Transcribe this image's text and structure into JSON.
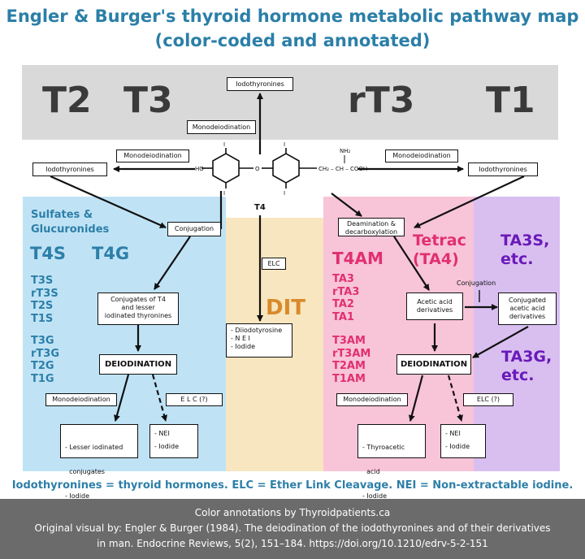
{
  "title_line1": "Engler & Burger's thyroid hormone metabolic pathway map",
  "title_line2": "(color-coded and annotated)",
  "top_band": {
    "t2": "T2",
    "t3": "T3",
    "rt3": "rT3",
    "t1": "T1"
  },
  "center": {
    "iodothyronines_top": "Iodothyronines",
    "monodeiodination_top": "Monodeiodination",
    "left_monodeiodination": "Monodeiodination",
    "left_iodothyronines": "Iodothyronines",
    "right_monodeiodination": "Monodeiodination",
    "right_iodothyronines": "Iodothyronines",
    "molecule_label": "T4",
    "elc": "ELC",
    "dit": "DIT",
    "dit_products": [
      "- Diiodotyrosine",
      "- N E I",
      "- Iodide"
    ]
  },
  "left": {
    "heading": [
      "Sulfates &",
      "Glucuronides"
    ],
    "t4s": "T4S",
    "t4g": "T4G",
    "sulfates": [
      "T3S",
      "rT3S",
      "T2S",
      "T1S"
    ],
    "glucuronides": [
      "T3G",
      "rT3G",
      "T2G",
      "T1G"
    ],
    "conjugation": "Conjugation",
    "conjugates": [
      "Conjugates of T4",
      "and lesser",
      "iodinated thyronines"
    ],
    "deiodination": "DEIODINATION",
    "monodeiodination": "Monodeiodination",
    "elc": "E L C (?)",
    "products_a": [
      "- Lesser iodinated",
      "  conjugates",
      "- Iodide"
    ],
    "products_b": [
      "- NEI",
      "- Iodide"
    ]
  },
  "right": {
    "t4am": "T4AM",
    "tetrac": [
      "Tetrac",
      "(TA4)"
    ],
    "ta3s": [
      "TA3S,",
      "etc."
    ],
    "amines": [
      "TA3",
      "rTA3",
      "TA2",
      "TA1"
    ],
    "thyronamines": [
      "T3AM",
      "rT3AM",
      "T2AM",
      "T1AM"
    ],
    "ta3g": [
      "TA3G,",
      "etc."
    ],
    "deamination": [
      "Deamination &",
      "decarboxylation"
    ],
    "acetic": [
      "Acetic acid",
      "derivatives"
    ],
    "conjugation": "Conjugation",
    "conjugated": [
      "Conjugated",
      "acetic acid",
      "derivatives"
    ],
    "deiodination": "DEIODINATION",
    "monodeiodination": "Monodeiodination",
    "elc": "ELC (?)",
    "products_a": [
      "- Thyroacetic",
      "  acid",
      "- Iodide"
    ],
    "products_b": [
      "- NEI",
      "- Iodide"
    ]
  },
  "legend": "Iodothyronines = thyroid hormones. ELC = Ether Link Cleavage. NEI = Non-extractable iodine.",
  "footer": [
    "Color annotations by Thyroidpatients.ca",
    "Original visual by: Engler & Burger (1984). The deiodination of the iodothyronines and of their derivatives",
    "in man. Endocrine Reviews, 5(2), 151–184. https://doi.org/10.1210/edrv-5-2-151"
  ],
  "colors": {
    "title": "#2b7fa8",
    "gray_band": "#d9d9d9",
    "blue_region": "#bfe3f5",
    "yellow_region": "#f7e6bf",
    "pink_region": "#f8c4d8",
    "purple_region": "#d9bff0",
    "teal_text": "#2d7fa8",
    "pink_text": "#e0306f",
    "purple_text": "#6a1ab8",
    "dit_text": "#d98a2a",
    "footer_bg": "#6b6b6b"
  }
}
